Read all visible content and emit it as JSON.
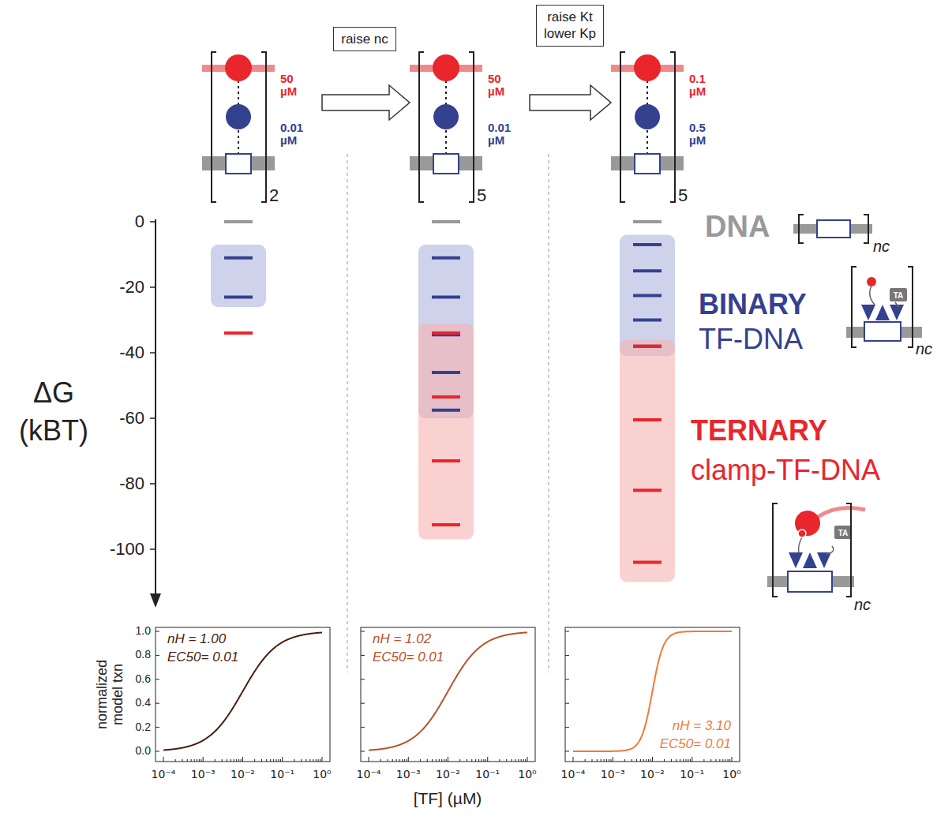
{
  "diagram": {
    "nodes": [
      {
        "text": [
          "50 µM",
          "0.01 µM",
          "2"
        ]
      },
      {
        "text": [
          "raise nc"
        ]
      },
      {
        "text": [
          "50 µM",
          "0.01 µM",
          "5"
        ]
      },
      {
        "text": [
          "raise Kt",
          "lower Kp"
        ]
      },
      {
        "text": [
          "0.1 µM",
          "0.5 µM",
          "5"
        ]
      }
    ],
    "edges": [
      {
        "from": 0,
        "to": 2,
        "arrow": "to"
      },
      {
        "from": 2,
        "to": 4,
        "arrow": "to"
      }
    ],
    "labels": [
      "0",
      "-20",
      "-40",
      "-60",
      "-80",
      "-100",
      "ΔG",
      "(kBT)",
      "DNA",
      "nc",
      "BINARY",
      "TF-DNA",
      "nc",
      "TA",
      "TERNARY",
      "clamp-TF-DNA",
      "TA",
      "nc",
      "normalized model txn",
      "1.0",
      "0.8",
      "0.6",
      "0.4",
      "0.2",
      "0.0",
      "10⁻⁴",
      "10⁻³",
      "10⁻²",
      "10⁻¹",
      "10⁰",
      "10⁻⁴",
      "10⁻³",
      "10⁻²",
      "10⁻¹",
      "10⁰",
      "10⁻⁴",
      "10⁻³",
      "10⁻²",
      "10⁻¹",
      "10⁰",
      "nH = 1.00",
      "EC50= 0.01",
      "nH = 1.02",
      "EC50= 0.01",
      "nH = 3.10",
      "EC50= 0.01",
      "[TF] (µM)"
    ]
  }
}
